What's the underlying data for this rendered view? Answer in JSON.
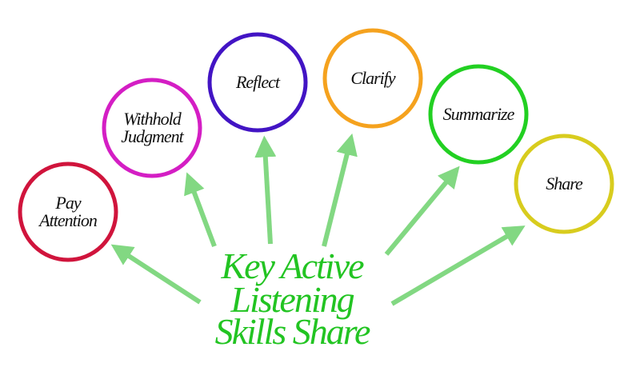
{
  "title": {
    "lines": [
      "Key Active",
      "Listening",
      "Skills Share"
    ],
    "color": "#22c422"
  },
  "arrow_color": "#82d882",
  "skills": [
    {
      "lines": [
        "Pay",
        "Attention"
      ],
      "color": "#d0143c"
    },
    {
      "lines": [
        "Withhold",
        "Judgment"
      ],
      "color": "#d41ec4"
    },
    {
      "lines": [
        "Reflect"
      ],
      "color": "#4214c4"
    },
    {
      "lines": [
        "Clarify"
      ],
      "color": "#f5a21e"
    },
    {
      "lines": [
        "Summarize"
      ],
      "color": "#22d022"
    },
    {
      "lines": [
        "Share"
      ],
      "color": "#d8cc1e"
    }
  ]
}
